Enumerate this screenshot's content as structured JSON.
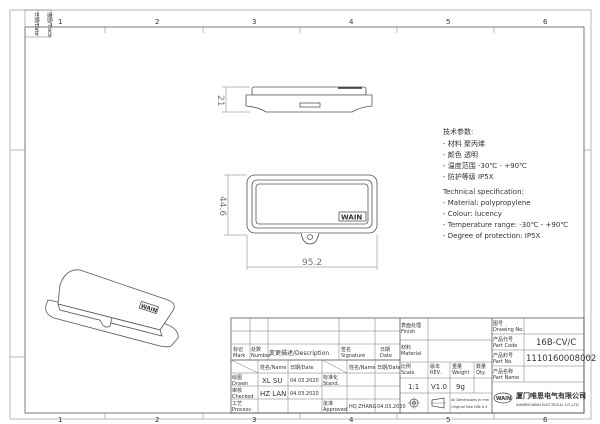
{
  "frame": {
    "zones": [
      "1",
      "2",
      "3",
      "4",
      "5",
      "6"
    ],
    "side_labels": [
      "日期/Date",
      "描图/Trace"
    ]
  },
  "views": {
    "side_height_dim": "21",
    "top_height_dim": "44.6",
    "top_width_dim": "95.2",
    "logo_text": "WAIN"
  },
  "spec_cn": {
    "title": "技术参数:",
    "items": [
      "- 材料  聚丙烯",
      "- 颜色  透明",
      "- 温度范围  -30℃  -  +90℃",
      "- 防护等级  IP5X"
    ]
  },
  "spec_en": {
    "title": "Technical specification:",
    "items": [
      "- Material: polypropylene",
      "- Colour: lucency",
      "- Temperature range: -30℃  -  +90℃",
      "- Degree of protection: IP5X"
    ]
  },
  "title_block": {
    "mark": "标记 Mark",
    "number": "处数 Number",
    "description": "变更描述/Description",
    "signature": "签名 Signature",
    "date": "日期 Date",
    "name_hdr": "姓名/Name",
    "date_hdr": "日期/Date",
    "name_hdr2": "姓名/Name",
    "date_hdr2": "日期/Date",
    "drawn": "绘图 Drawn",
    "drawn_name": "XL SU",
    "drawn_date": "04.03.2020",
    "checked": "审核 Checked",
    "checked_name": "HZ LAN",
    "checked_date": "04.03.2020",
    "process": "工艺 Process",
    "stand": "标准化 Stand.",
    "approved": "批准 Approved",
    "approved_name": "HQ ZHANG",
    "approved_date": "04.03.2020",
    "finish": "表面处理 Finish",
    "material": "材料 Material",
    "scale": "比例 Scale",
    "scale_value": "1:1",
    "rev": "版本 REV.",
    "rev_value": "V1.0",
    "weight": "重量 Weight",
    "weight_value": "9g",
    "qty": "数量 Qty.",
    "dims_note_1": "All Dimensions in mm",
    "dims_note_2": "Original Size DIN A 4",
    "drawing_no": "图号 Drawing No.",
    "part_code": "产品代号 Part Code",
    "part_code_value": "16B-CV/C",
    "part_no": "产品料号 Part No.",
    "part_no_value": "1110160008002",
    "part_name": "产品名称 Part Name",
    "company_logo": "WAIN",
    "company_cn": "厦门唯恩电气有限公司",
    "company_en": "XIAMEN WAIN ELECTRICAL CO.,LTD"
  }
}
